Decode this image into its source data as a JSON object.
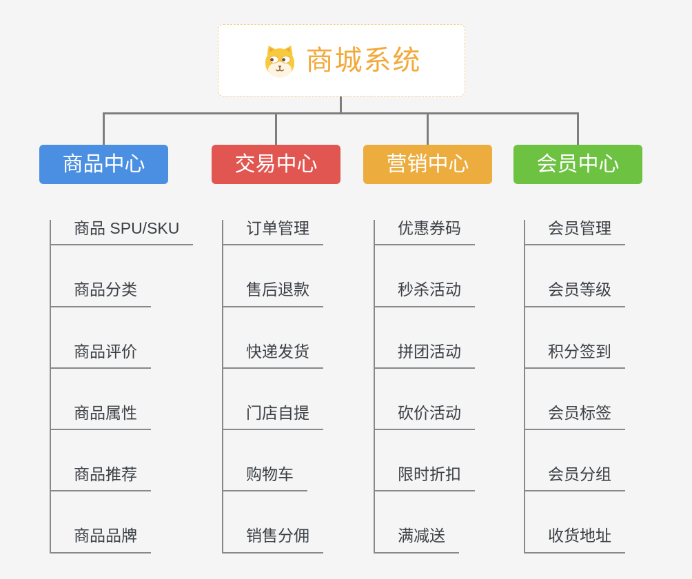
{
  "root": {
    "title": "商城系统",
    "icon": "dog-face-icon",
    "title_color": "#f2a93c",
    "border_color": "#f6ce8d"
  },
  "connector_color": "#7e7e7e",
  "line_color": "#86888b",
  "branches": [
    {
      "label": "商品中心",
      "color": "#4b8fe2",
      "children": [
        "商品 SPU/SKU",
        "商品分类",
        "商品评价",
        "商品属性",
        "商品推荐",
        "商品品牌"
      ]
    },
    {
      "label": "交易中心",
      "color": "#e15651",
      "children": [
        "订单管理",
        "售后退款",
        "快递发货",
        "门店自提",
        "购物车",
        "销售分佣"
      ]
    },
    {
      "label": "营销中心",
      "color": "#ecac3e",
      "children": [
        "优惠券码",
        "秒杀活动",
        "拼团活动",
        "砍价活动",
        "限时折扣",
        "满减送"
      ]
    },
    {
      "label": "会员中心",
      "color": "#6dc242",
      "children": [
        "会员管理",
        "会员等级",
        "积分签到",
        "会员标签",
        "会员分组",
        "收货地址"
      ]
    }
  ]
}
